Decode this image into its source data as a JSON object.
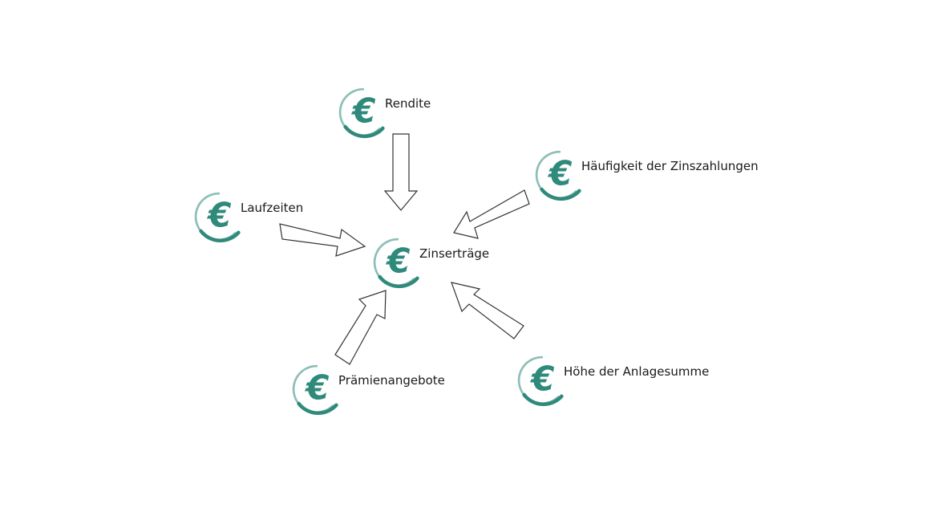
{
  "center": {
    "label": "Zinserträge",
    "icon": "euro-icon"
  },
  "factors": [
    {
      "id": "rendite",
      "label": "Rendite",
      "icon": "euro-icon"
    },
    {
      "id": "haeufigkeit",
      "label": "Häufigkeit der Zinszahlungen",
      "icon": "euro-icon"
    },
    {
      "id": "laufzeiten",
      "label": "Laufzeiten",
      "icon": "euro-icon"
    },
    {
      "id": "praemien",
      "label": "Prämienangebote",
      "icon": "euro-icon"
    },
    {
      "id": "hoehe",
      "label": "Höhe der Anlagesumme",
      "icon": "euro-icon"
    }
  ],
  "colors": {
    "icon": "#2f8a7c",
    "arrow_stroke": "#333333",
    "arrow_fill": "#ffffff"
  }
}
